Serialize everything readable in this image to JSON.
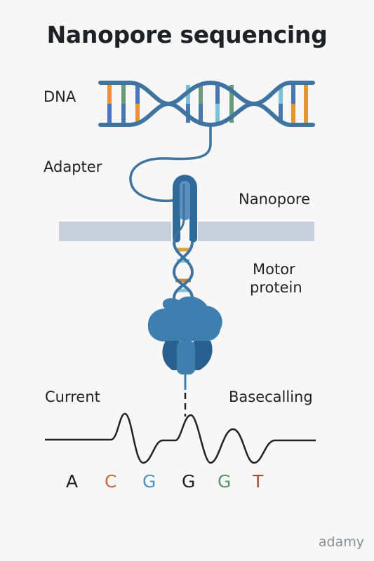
{
  "title": "Nanopore sequencing",
  "labels": {
    "dna": "DNA",
    "adapter": "Adapter",
    "nanopore": "Nanopore",
    "motor_line1": "Motor",
    "motor_line2": "protein",
    "current": "Current",
    "basecalling": "Basecalling"
  },
  "bases": [
    {
      "letter": "A",
      "color": "#222222"
    },
    {
      "letter": "C",
      "color": "#c8693a"
    },
    {
      "letter": "G",
      "color": "#4a95bd"
    },
    {
      "letter": "G",
      "color": "#222222"
    },
    {
      "letter": "G",
      "color": "#4f9a63"
    },
    {
      "letter": "T",
      "color": "#b5452f"
    }
  ],
  "watermark": "adamy",
  "colors": {
    "dna_strand": "#3f74a1",
    "membrane": "#c5d0da",
    "pore": "#2f6a9a",
    "motor": "#3f7fb0",
    "signal": "#222222",
    "base_orange": "#e3962f",
    "base_green": "#6a9b78",
    "base_lightblue": "#7cc3d8",
    "base_blue": "#4a78b0",
    "base_gold": "#d6a43a"
  }
}
